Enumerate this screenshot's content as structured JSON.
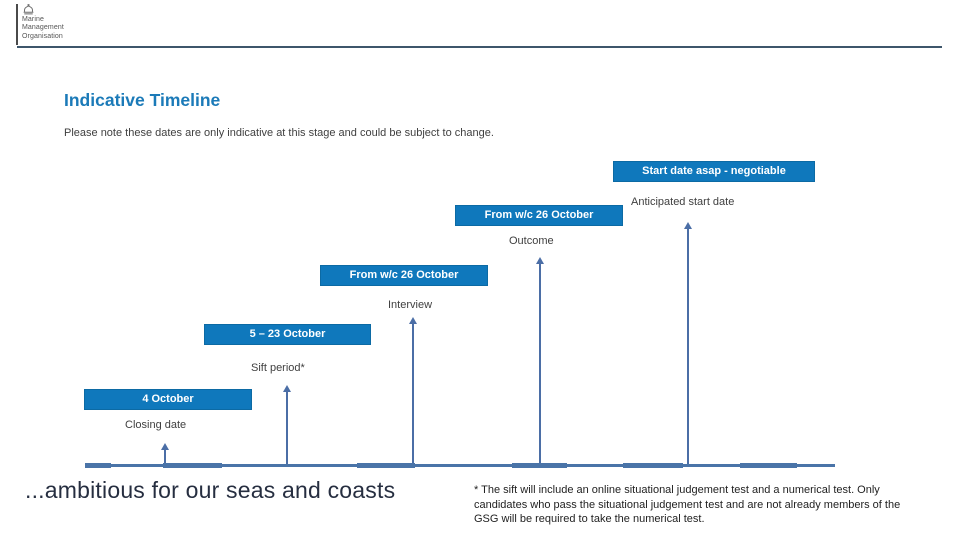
{
  "logo": {
    "org_lines": [
      "Marine",
      "Management",
      "Organisation"
    ]
  },
  "header": {
    "title": "Indicative Timeline",
    "subtitle": "Please note these dates are only indicative at this stage and could be subject to change."
  },
  "timeline": {
    "milestones": [
      {
        "date": "4 October",
        "label": "Closing date"
      },
      {
        "date": "5 – 23 October",
        "label": "Sift period*"
      },
      {
        "date": "From w/c 26 October",
        "label": "Interview"
      },
      {
        "date": "From w/c 26 October",
        "label": "Outcome"
      },
      {
        "date": "Start date asap - negotiable",
        "label": "Anticipated start date"
      }
    ]
  },
  "footer": {
    "tagline": "...ambitious for our seas and coasts",
    "footnote": "* The sift will include an online situational judgement test and a numerical test. Only candidates who pass the situational judgement test and are not already members of the GSG will be required to take the numerical test."
  },
  "colors": {
    "box_fill": "#0f78bc",
    "box_border": "#0c6aa4",
    "title_blue": "#1b7ab8",
    "arrow_blue": "#4b6ea6",
    "axis_blue": "#4a74a8",
    "header_rule": "#3e566b",
    "tagline_navy": "#262e40"
  }
}
